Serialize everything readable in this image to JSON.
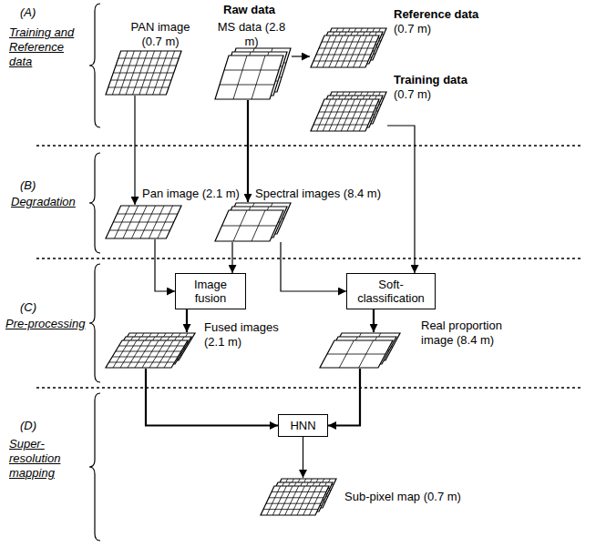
{
  "diagram": {
    "nodes": [
      {
        "text": [
          "PAN image (0.7 m)"
        ]
      },
      {
        "text": [
          "MS data (2.8 m)"
        ]
      },
      {
        "text": [
          "Reference data",
          "(0.7 m)"
        ]
      },
      {
        "text": [
          "Training data",
          "(0.7 m)"
        ]
      },
      {
        "text": [
          "Pan image (2.1 m)"
        ]
      },
      {
        "text": [
          "Spectral images (8.4 m)"
        ]
      },
      {
        "text": [
          "Image fusion"
        ]
      },
      {
        "text": [
          "Soft-classification"
        ]
      },
      {
        "text": [
          "Fused images (2.1 m)"
        ]
      },
      {
        "text": [
          "Real proportion image (8.4 m)"
        ]
      },
      {
        "text": [
          "HNN"
        ]
      },
      {
        "text": [
          "Sub-pixel map (0.7 m)"
        ]
      }
    ],
    "edges": [
      {
        "from": 0,
        "to": 4,
        "arrow": "to"
      },
      {
        "from": 1,
        "to": 5,
        "arrow": "to"
      },
      {
        "from": 1,
        "to": 2,
        "arrow": "to"
      },
      {
        "from": 4,
        "to": 6,
        "arrow": "to"
      },
      {
        "from": 5,
        "to": 6,
        "arrow": "to"
      },
      {
        "from": 5,
        "to": 7,
        "arrow": "to"
      },
      {
        "from": 3,
        "to": 7,
        "arrow": "to"
      },
      {
        "from": 6,
        "to": 8,
        "arrow": "to"
      },
      {
        "from": 7,
        "to": 9,
        "arrow": "to"
      },
      {
        "from": 8,
        "to": 10,
        "arrow": "to"
      },
      {
        "from": 9,
        "to": 10,
        "arrow": "to"
      },
      {
        "from": 10,
        "to": 11,
        "arrow": "to"
      }
    ],
    "labels": [
      "(A)",
      "Training and Reference data",
      "Raw data",
      "(B)",
      "Degradation",
      "(C)",
      "Pre-processing",
      "(D)",
      "Super-resolution mapping"
    ]
  }
}
